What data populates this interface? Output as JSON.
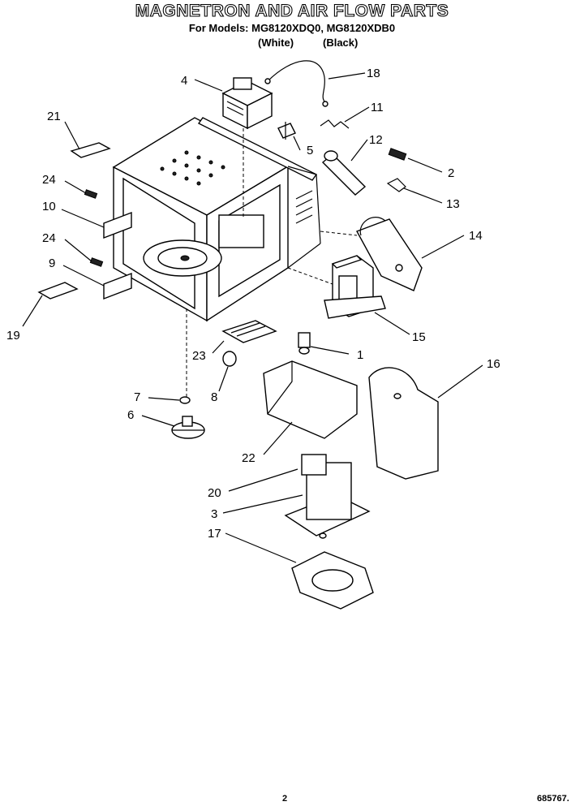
{
  "header": {
    "title": "MAGNETRON AND AIR FLOW PARTS",
    "models": "For Models: MG8120XDQ0, MG8120XDB0",
    "color_white": "(White)",
    "color_black": "(Black)"
  },
  "callouts": [
    "1",
    "2",
    "3",
    "4",
    "5",
    "6",
    "7",
    "8",
    "9",
    "10",
    "11",
    "12",
    "13",
    "14",
    "15",
    "16",
    "17",
    "18",
    "19",
    "20",
    "21",
    "22",
    "23",
    "24",
    "24"
  ],
  "footer": {
    "page_number": "2",
    "doc_number": "685767."
  }
}
